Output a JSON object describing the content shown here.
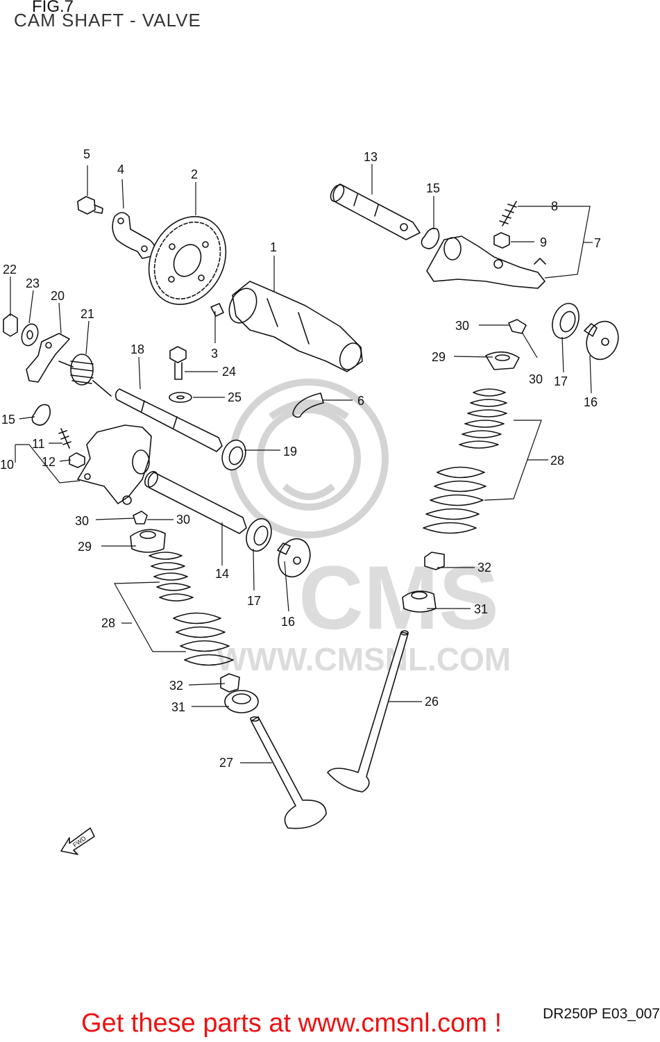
{
  "header": {
    "figure_label": "FIG.7",
    "title": "CAM SHAFT - VALVE"
  },
  "diagram_code": "DR250P E03_007",
  "footer": {
    "cta": "Get these parts at www.cmsnl.com !"
  },
  "watermark": {
    "brand": "CMS",
    "url": "WWW.CMSNL.COM"
  },
  "fwd_label": "FWD",
  "callouts": [
    {
      "id": "c5",
      "label": "5"
    },
    {
      "id": "c4",
      "label": "4"
    },
    {
      "id": "c2",
      "label": "2"
    },
    {
      "id": "c13",
      "label": "13"
    },
    {
      "id": "c15a",
      "label": "15"
    },
    {
      "id": "c8",
      "label": "8"
    },
    {
      "id": "c9",
      "label": "9"
    },
    {
      "id": "c7",
      "label": "7"
    },
    {
      "id": "c1",
      "label": "1"
    },
    {
      "id": "c22",
      "label": "22"
    },
    {
      "id": "c23",
      "label": "23"
    },
    {
      "id": "c20",
      "label": "20"
    },
    {
      "id": "c21",
      "label": "21"
    },
    {
      "id": "c18",
      "label": "18"
    },
    {
      "id": "c3",
      "label": "3"
    },
    {
      "id": "c24",
      "label": "24"
    },
    {
      "id": "c25",
      "label": "25"
    },
    {
      "id": "c30a",
      "label": "30"
    },
    {
      "id": "c30b",
      "label": "30"
    },
    {
      "id": "c29a",
      "label": "29"
    },
    {
      "id": "c17a",
      "label": "17"
    },
    {
      "id": "c16a",
      "label": "16"
    },
    {
      "id": "c6",
      "label": "6"
    },
    {
      "id": "c15b",
      "label": "15"
    },
    {
      "id": "c11",
      "label": "11"
    },
    {
      "id": "c12",
      "label": "12"
    },
    {
      "id": "c10",
      "label": "10"
    },
    {
      "id": "c19",
      "label": "19"
    },
    {
      "id": "c28a",
      "label": "28"
    },
    {
      "id": "c30c",
      "label": "30"
    },
    {
      "id": "c30d",
      "label": "30"
    },
    {
      "id": "c29b",
      "label": "29"
    },
    {
      "id": "c14",
      "label": "14"
    },
    {
      "id": "c17b",
      "label": "17"
    },
    {
      "id": "c16b",
      "label": "16"
    },
    {
      "id": "c32a",
      "label": "32"
    },
    {
      "id": "c31a",
      "label": "31"
    },
    {
      "id": "c28b",
      "label": "28"
    },
    {
      "id": "c32b",
      "label": "32"
    },
    {
      "id": "c31b",
      "label": "31"
    },
    {
      "id": "c26",
      "label": "26"
    },
    {
      "id": "c27",
      "label": "27"
    }
  ]
}
